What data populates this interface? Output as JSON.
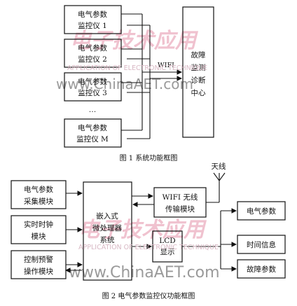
{
  "fig1": {
    "monitors": [
      {
        "line1": "电气参数",
        "line2": "监控仪 1"
      },
      {
        "line1": "电气参数",
        "line2": "监控仪 2"
      },
      {
        "line1": "电气参数",
        "line2": "监控仪 3"
      },
      {
        "line1": "电气参数",
        "line2": "监控仪 M"
      }
    ],
    "ellipsis": "…",
    "link_label": "WIFI",
    "center": {
      "line1": "故障",
      "line2": "监测",
      "line3": "诊断",
      "line4": "中心"
    },
    "caption": "图 1  系统功能框图"
  },
  "fig2": {
    "left": [
      {
        "line1": "电气参数",
        "line2": "采集模块"
      },
      {
        "line1": "实时时钟",
        "line2": "模块"
      },
      {
        "line1": "控制预警",
        "line2": "操作模块"
      }
    ],
    "mcu": {
      "line1": "嵌入式",
      "line2": "微处理器",
      "line3": "系统"
    },
    "wifi": {
      "line1": "WIFI 无线",
      "line2": "传输模块"
    },
    "antenna": "天线",
    "lcd": {
      "line1": "LCD",
      "line2": "显示"
    },
    "right": [
      "电气参数",
      "时间信息",
      "故障参数"
    ],
    "caption": "图 2  电气参数监控仪功能框图"
  },
  "watermark": {
    "logo_text": "电子技术应用",
    "tagline": "APPLICATION OF ELECTRONIC TECHNIQUE",
    "site": "www.ChinaAET.com"
  }
}
